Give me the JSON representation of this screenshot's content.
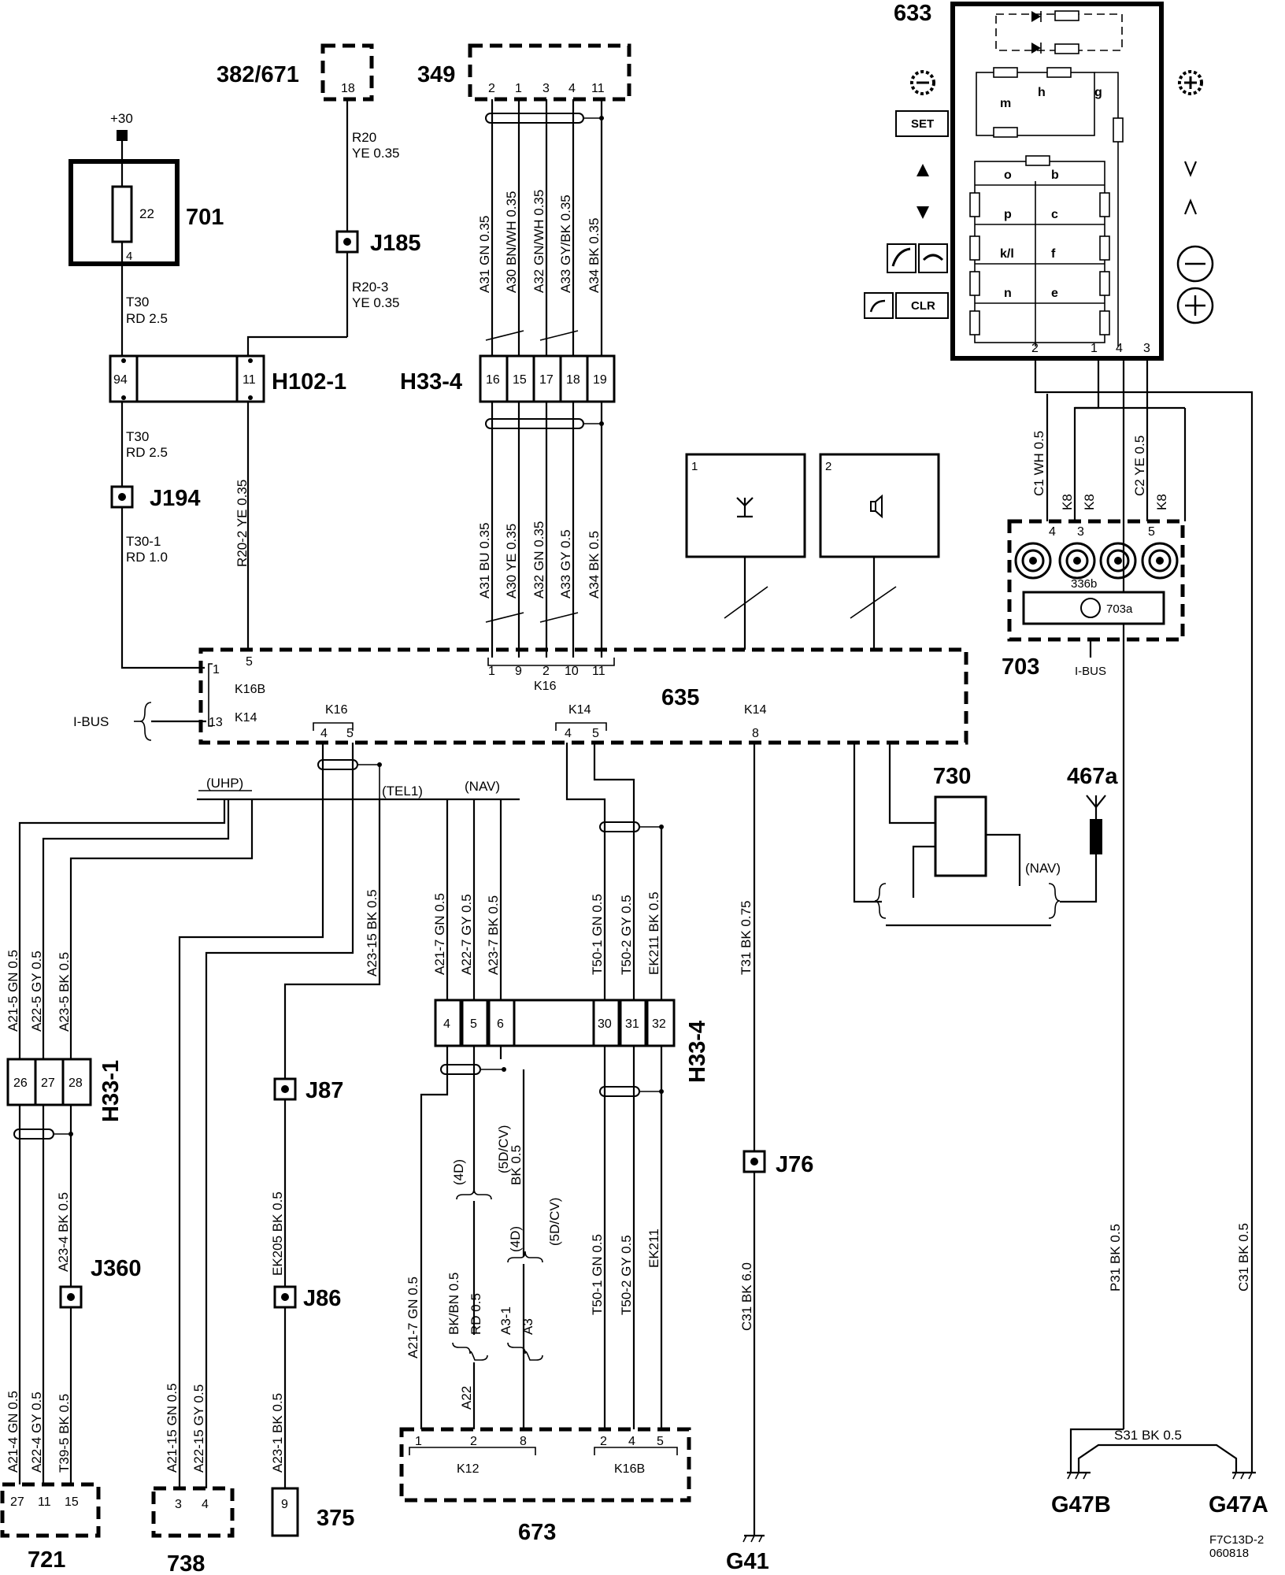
{
  "diagram": {
    "components": {
      "c701": "701",
      "c382": "382/671",
      "c349": "349",
      "c633": "633",
      "c635": "635",
      "c703": "703",
      "c703a": "703a",
      "c336b": "336b",
      "c730": "730",
      "c467a": "467a",
      "c721": "721",
      "c738": "738",
      "c375": "375",
      "c673": "673",
      "g41": "G41",
      "g47b": "G47B",
      "g47a": "G47A",
      "j185": "J185",
      "j194": "J194",
      "j87": "J87",
      "j86": "J86",
      "j76": "J76",
      "j360": "J360",
      "h102": "H102-1",
      "h33_4_top": "H33-4",
      "h33_4_mid": "H33-4",
      "h33_1": "H33-1",
      "plus30": "+30",
      "fuse22": "22",
      "fuse4": "4"
    },
    "pins": {
      "p382": "18",
      "p349": [
        "2",
        "1",
        "3",
        "4",
        "11"
      ],
      "h102": [
        "94",
        "11"
      ],
      "h33_top": [
        "16",
        "15",
        "17",
        "18",
        "19"
      ],
      "k16_635": [
        "1",
        "9",
        "2",
        "10",
        "11"
      ],
      "k16b_pin": "5",
      "k14_pin1": "1",
      "k14_pin13": "13",
      "k16_45": [
        "4",
        "5"
      ],
      "k14_45": [
        "4",
        "5"
      ],
      "k14_8": "8",
      "h33_mid": [
        "4",
        "5",
        "6",
        "30",
        "31",
        "32"
      ],
      "h33_1": [
        "26",
        "27",
        "28"
      ],
      "c721": [
        "27",
        "11",
        "15"
      ],
      "c738": [
        "3",
        "4"
      ],
      "c375": "9",
      "c673_k12": [
        "1",
        "2",
        "8"
      ],
      "c673_k16b": [
        "2",
        "4",
        "5"
      ],
      "c703": [
        "4",
        "3",
        "5"
      ],
      "c633": [
        "2",
        "1",
        "4",
        "3"
      ]
    },
    "connectors": {
      "k16": "K16",
      "k16b": "K16B",
      "k14": "K14",
      "k12": "K12",
      "ibus": "I-BUS"
    },
    "wires": {
      "r20": "R20",
      "r20_col": "YE   0.35",
      "r20_3": "R20-3",
      "r20_3_col": "YE   0.35",
      "t30": "T30",
      "t30_col": "RD   2.5",
      "t30b": "T30",
      "t30b_col": "RD   2.5",
      "t30_1": "T30-1",
      "t30_1_col": "RD   1.0",
      "r20_2": "R20-2  YE   0.35",
      "top_bundle": [
        "A31  GN  0.35",
        "A30  BN/WH  0.35",
        "A32  GN/WH  0.35",
        "A33  GY/BK  0.35",
        "A34  BK  0.35"
      ],
      "mid_bundle": [
        "A31  BU  0.35",
        "A30  YE  0.35",
        "A32  GN  0.35",
        "A33  GY  0.5",
        "A34  BK  0.5"
      ],
      "h33_1_in": [
        "A21-5  GN  0.5",
        "A22-5  GY  0.5",
        "A23-5  BK  0.5"
      ],
      "a23_15": "A23-15  BK  0.5",
      "mid_in": [
        "A21-7  GN  0.5",
        "A22-7  GY  0.5",
        "A23-7  BK  0.5"
      ],
      "t50_in": [
        "T50-1  GN  0.5",
        "T50-2  GY  0.5",
        "EK211  BK  0.5"
      ],
      "t31": "T31  BK  0.75",
      "a23_4": "A23-4  BK  0.5",
      "c721_in": [
        "A21-4  GN  0.5",
        "A22-4  GY  0.5",
        "T39-5  BK  0.5"
      ],
      "c738_in": [
        "A21-15  GN  0.5",
        "A22-15  GY  0.5"
      ],
      "ek205": "EK205  BK  0.5",
      "a23_1": "A23-1  BK  0.5",
      "a21_7_low": "A21-7  GN  0.5",
      "bk_bn": "BK/BN   0.5",
      "rd": "RD  0.5",
      "a22": "A22",
      "bk05": "BK  0.5",
      "a3_1": "A3-1",
      "a3": "A3",
      "t50_low": [
        "T50-1  GN  0.5",
        "T50-2  GY  0.5",
        "EK211"
      ],
      "c31_low": "C31  BK  6.0",
      "p31": "P31  BK  0.5",
      "c31_right": "C31  BK  0.5",
      "s31": "S31  BK   0.5",
      "c703_in": [
        "C1   WH  0.5",
        "K8",
        "K8",
        "C2   YE  0.5",
        "K8"
      ]
    },
    "variants": {
      "uhp": "(UHP)",
      "tel1": "(TEL1)",
      "nav": "(NAV)",
      "nav2": "(NAV)",
      "v4d": "(4D)",
      "v5d": "(5D/CV)",
      "v4d2": "(4D)",
      "v5d2": "(5D/CV)"
    },
    "switches": [
      "m",
      "h",
      "g",
      "o",
      "b",
      "p",
      "c",
      "k/l",
      "f",
      "n",
      "e"
    ],
    "buttons": {
      "set": "SET",
      "clr": "CLR"
    },
    "sub_boxes": [
      "1",
      "2"
    ],
    "footer_code": [
      "F7C13D-2",
      "060818"
    ]
  }
}
